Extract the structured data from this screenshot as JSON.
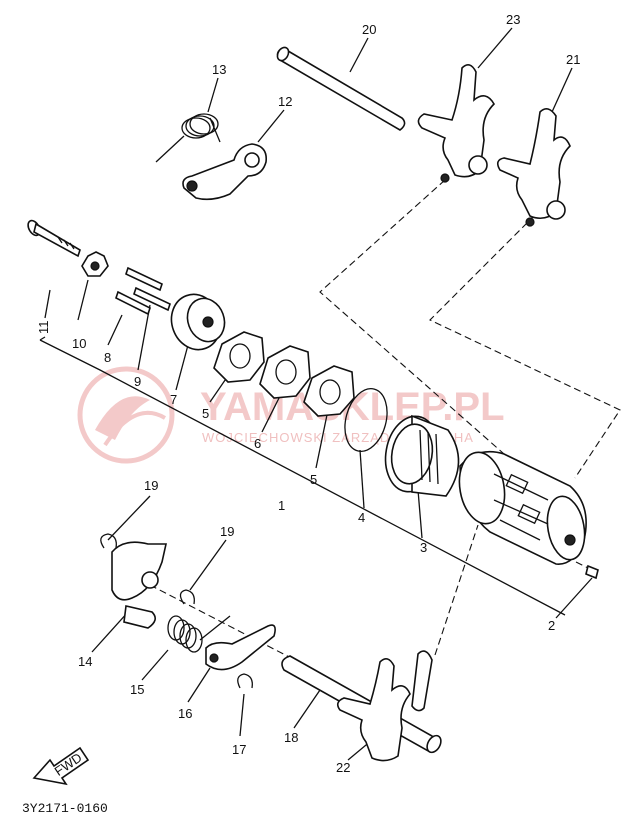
{
  "diagram_code": "3Y2171-0160",
  "direction_label": "FWD",
  "watermark": {
    "main": "YAMASKLEP.PL",
    "sub": "WOJCIECHOWSKI ZARZĄDCA YAMAHA"
  },
  "callouts": {
    "p1": "1",
    "p2": "2",
    "p3": "3",
    "p4": "4",
    "p5a": "5",
    "p5b": "5",
    "p6": "6",
    "p7": "7",
    "p8": "8",
    "p9": "9",
    "p10": "10",
    "p11": "11",
    "p12": "12",
    "p13": "13",
    "p14": "14",
    "p15": "15",
    "p16": "16",
    "p17": "17",
    "p18": "18",
    "p19a": "19",
    "p19b": "19",
    "p20": "20",
    "p21": "21",
    "p22": "22",
    "p23": "23"
  }
}
